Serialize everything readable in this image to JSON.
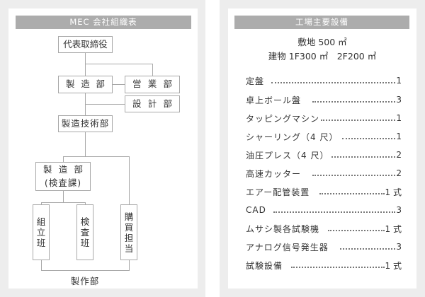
{
  "org_chart": {
    "title": "MEC 会社組織表",
    "ceo": "代表取締役",
    "manufacturing": [
      "製",
      "造",
      "部"
    ],
    "sales": [
      "営",
      "業",
      "部"
    ],
    "design": [
      "設",
      "計",
      "部"
    ],
    "manufacturing_engineering": "製造技術部",
    "inspection_dept": {
      "line1": [
        "製",
        "造",
        "部"
      ],
      "line2": "(検査課)"
    },
    "teams": [
      {
        "label": [
          "組",
          "立",
          "班"
        ]
      },
      {
        "label": [
          "検",
          "査",
          "班"
        ]
      },
      {
        "label": [
          "購",
          "買",
          "担",
          "当"
        ]
      }
    ],
    "footer": "製作部"
  },
  "equipment": {
    "title": "工場主要設備",
    "site_area": "敷地 500 ㎡",
    "building_area": "建物 1F300 ㎡　2F200 ㎡",
    "items": [
      {
        "name": "定盤",
        "value": "1"
      },
      {
        "name": "卓上ボール盤",
        "value": "3"
      },
      {
        "name": "タッピングマシン",
        "value": "1"
      },
      {
        "name": "シャーリング（4 尺）",
        "value": "1"
      },
      {
        "name": "油圧プレス（4 尺）",
        "value": "2"
      },
      {
        "name": "高速カッター",
        "value": "2"
      },
      {
        "name": "エアー配管装置",
        "value": "1 式"
      },
      {
        "name": "CAD",
        "value": "3"
      },
      {
        "name": "ムサシ製各試験機",
        "value": "1 式"
      },
      {
        "name": "アナログ信号発生器",
        "value": "3"
      },
      {
        "name": "試験設備",
        "value": "1 式"
      }
    ]
  },
  "colors": {
    "background": "#ededed",
    "panel": "#ffffff",
    "titlebar": "#acacac",
    "border": "#a8a8a8",
    "text": "#333333"
  }
}
